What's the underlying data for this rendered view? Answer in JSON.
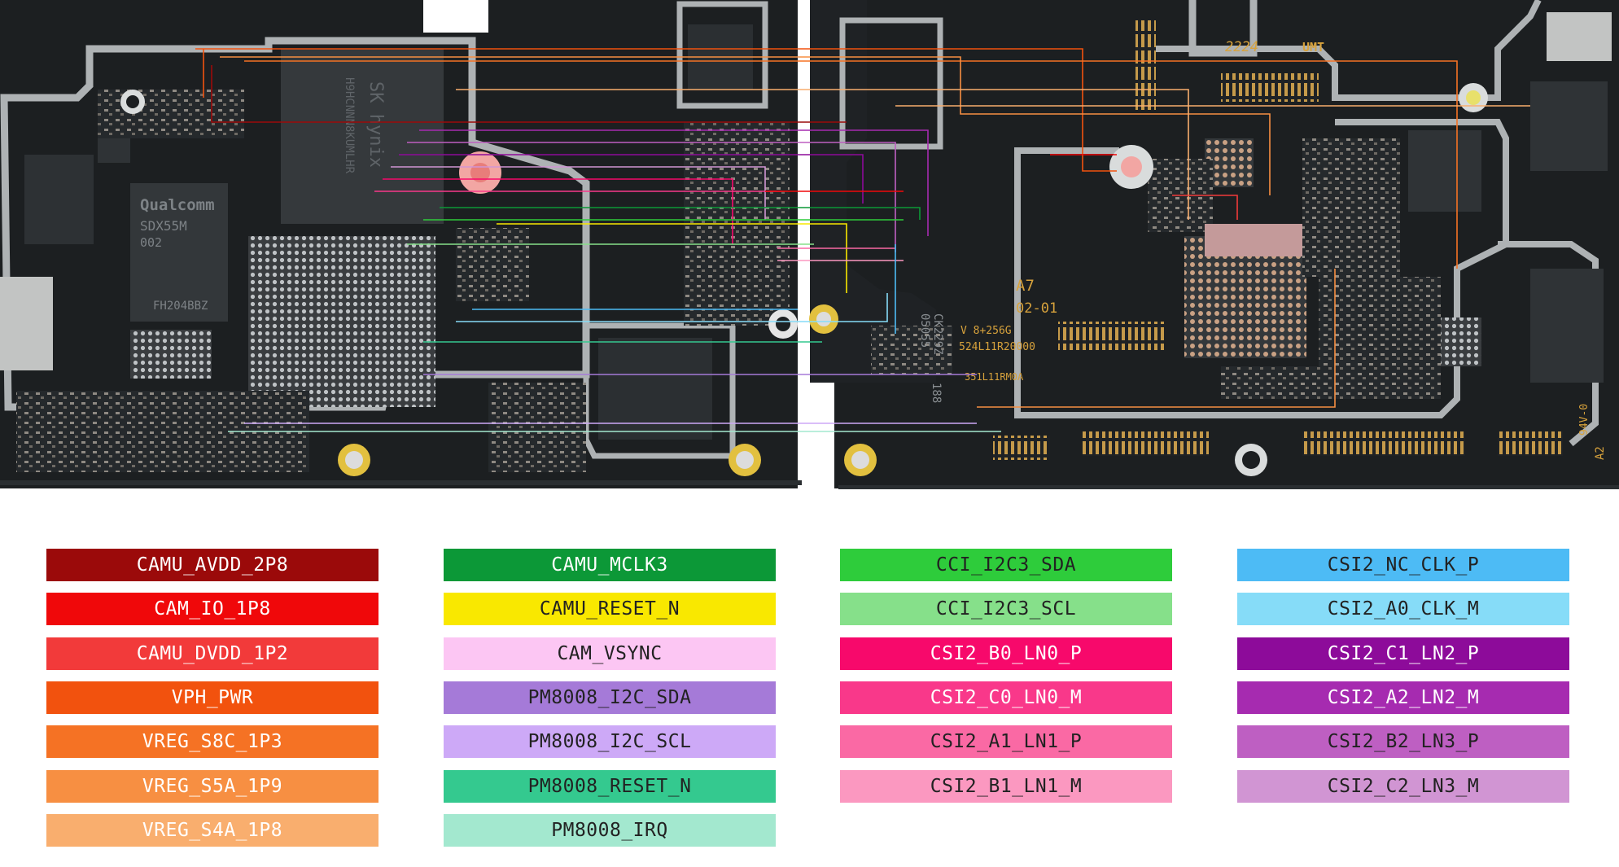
{
  "board": {
    "left_chip_brand": "Qualcomm",
    "left_chip_model": "SDX55M",
    "left_chip_sub": "002",
    "left_chip_code": "FH204BBZ",
    "memory_brand": "SK hynix",
    "memory_code": "H9HCNNN8KUMLHR",
    "right_marking_1": "2224",
    "right_marking_2": "UMT",
    "board_label_a7": "A7",
    "board_label_rev": "02-01",
    "board_code_1": "V 8+256G",
    "board_code_2": "524L11R20000",
    "board_code_3": "351L11RM0A",
    "board_code_4": "CK229Z",
    "board_code_5": "05055",
    "board_code_6": "188",
    "board_code_7": "94V-0",
    "board_code_8": "A2"
  },
  "legend": {
    "columns": [
      [
        {
          "label": "CAMU_AVDD_2P8",
          "color": "#9B0A0A",
          "text_color": "#ffffff"
        },
        {
          "label": "CAM_IO_1P8",
          "color": "#F0080A",
          "text_color": "#ffffff"
        },
        {
          "label": "CAMU_DVDD_1P2",
          "color": "#F23A3A",
          "text_color": "#ffffff"
        },
        {
          "label": "VPH_PWR",
          "color": "#F2520E",
          "text_color": "#ffffff"
        },
        {
          "label": "VREG_S8C_1P3",
          "color": "#F57224",
          "text_color": "#ffffff"
        },
        {
          "label": "VREG_S5A_1P9",
          "color": "#F78F42",
          "text_color": "#ffffff"
        },
        {
          "label": "VREG_S4A_1P8",
          "color": "#F9AE6E",
          "text_color": "#ffffff"
        }
      ],
      [
        {
          "label": "CAMU_MCLK3",
          "color": "#0C9837",
          "text_color": "#ffffff"
        },
        {
          "label": "CAMU_RESET_N",
          "color": "#F9E800",
          "text_color": "#222222"
        },
        {
          "label": "CAM_VSYNC",
          "color": "#FCC6F3",
          "text_color": "#222222"
        },
        {
          "label": "PM8008_I2C_SDA",
          "color": "#A57AD8",
          "text_color": "#222222"
        },
        {
          "label": "PM8008_I2C_SCL",
          "color": "#CDA9F7",
          "text_color": "#222222"
        },
        {
          "label": "PM8008_RESET_N",
          "color": "#34C98F",
          "text_color": "#222222"
        },
        {
          "label": "PM8008_IRQ",
          "color": "#A3E8CF",
          "text_color": "#222222"
        }
      ],
      [
        {
          "label": "CCI_I2C3_SDA",
          "color": "#2ECC3B",
          "text_color": "#222222"
        },
        {
          "label": "CCI_I2C3_SCL",
          "color": "#86E08A",
          "text_color": "#222222"
        },
        {
          "label": "CSI2_B0_LN0_P",
          "color": "#F7096B",
          "text_color": "#ffffff"
        },
        {
          "label": "CSI2_C0_LN0_M",
          "color": "#F9388A",
          "text_color": "#ffffff"
        },
        {
          "label": "CSI2_A1_LN1_P",
          "color": "#FA69A4",
          "text_color": "#222222"
        },
        {
          "label": "CSI2_B1_LN1_M",
          "color": "#FB98C0",
          "text_color": "#222222"
        }
      ],
      [
        {
          "label": "CSI2_NC_CLK_P",
          "color": "#4DBBF5",
          "text_color": "#222222"
        },
        {
          "label": "CSI2_A0_CLK_M",
          "color": "#86DCF8",
          "text_color": "#222222"
        },
        {
          "label": "CSI2_C1_LN2_P",
          "color": "#8D0B9A",
          "text_color": "#ffffff"
        },
        {
          "label": "CSI2_A2_LN2_M",
          "color": "#A62BB0",
          "text_color": "#ffffff"
        },
        {
          "label": "CSI2_B2_LN3_P",
          "color": "#BE5FC2",
          "text_color": "#222222"
        },
        {
          "label": "CSI2_C2_LN3_M",
          "color": "#D195D3",
          "text_color": "#222222"
        }
      ]
    ]
  }
}
